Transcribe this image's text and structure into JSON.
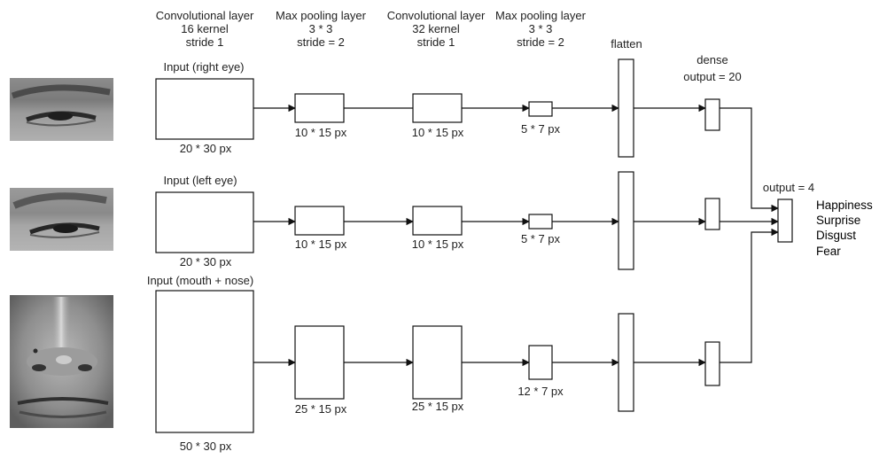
{
  "headers": [
    {
      "lines": [
        "Convolutional layer",
        "16 kernel",
        "stride 1"
      ]
    },
    {
      "lines": [
        "Max pooling layer",
        "3 * 3",
        "stride = 2"
      ]
    },
    {
      "lines": [
        "Convolutional layer",
        "32 kernel",
        "stride 1"
      ]
    },
    {
      "lines": [
        "Max pooling layer",
        "3 * 3",
        "stride = 2"
      ]
    }
  ],
  "flatten_label": "flatten",
  "dense_label": [
    "dense",
    "output = 20"
  ],
  "output_label": "output = 4",
  "classes": [
    "Happiness",
    "Surprise",
    "Disgust",
    "Fear"
  ],
  "rows": [
    {
      "input_title": "Input (right eye)",
      "input_size": "20 * 30 px",
      "pool1_size": "10 * 15 px",
      "conv2_size": "10 * 15 px",
      "pool2_size": "5 * 7 px"
    },
    {
      "input_title": "Input (left eye)",
      "input_size": "20 * 30 px",
      "pool1_size": "10 * 15 px",
      "conv2_size": "10 * 15 px",
      "pool2_size": "5 * 7 px"
    },
    {
      "input_title": "Input (mouth + nose)",
      "input_size": "50 * 30 px",
      "pool1_size": "25 * 15 px",
      "conv2_size": "25 * 15 px",
      "pool2_size": "12 * 7 px"
    }
  ]
}
